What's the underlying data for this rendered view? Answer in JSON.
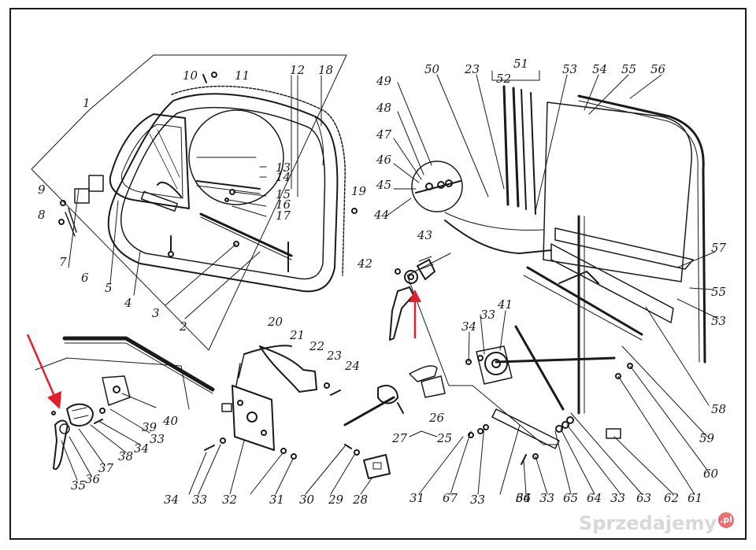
{
  "diagram": {
    "labels": [
      "1",
      "2",
      "3",
      "4",
      "5",
      "6",
      "7",
      "8",
      "9",
      "10",
      "11",
      "12",
      "13",
      "14",
      "15",
      "16",
      "17",
      "18",
      "19",
      "20",
      "21",
      "22",
      "23",
      "24",
      "25",
      "26",
      "27",
      "28",
      "29",
      "30",
      "31",
      "32",
      "33",
      "34",
      "35",
      "36",
      "37",
      "38",
      "39",
      "40",
      "41",
      "42",
      "43",
      "44",
      "45",
      "46",
      "47",
      "48",
      "49",
      "50",
      "51",
      "52",
      "53",
      "54",
      "55",
      "56",
      "57",
      "58",
      "59",
      "60",
      "61",
      "62",
      "63",
      "64",
      "65",
      "66",
      "67"
    ],
    "arrow_color": "#e0202a",
    "line_color": "#1a1a1a"
  },
  "watermark": {
    "text": "Sprzedajemy",
    "suffix": ".pl"
  }
}
